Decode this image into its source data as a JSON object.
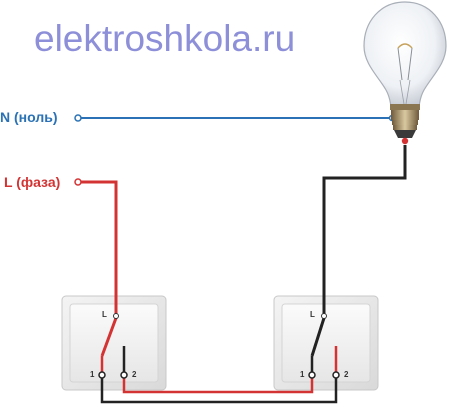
{
  "watermark": "elektroshkola.ru",
  "labels": {
    "neutral": "N (ноль)",
    "phase": "L (фаза)"
  },
  "switches": [
    {
      "terminal_l": "L",
      "terminal_1": "1",
      "terminal_2": "2"
    },
    {
      "terminal_l": "L",
      "terminal_1": "1",
      "terminal_2": "2"
    }
  ],
  "colors": {
    "neutral_wire": "#2a72b5",
    "phase_wire": "#d43333",
    "traveler_wire": "#222222",
    "watermark": "#8d8fd8",
    "switch_plate": "#e9e9e9"
  },
  "icons": {
    "lamp": "light-bulb-icon",
    "switch": "light-switch-icon"
  }
}
